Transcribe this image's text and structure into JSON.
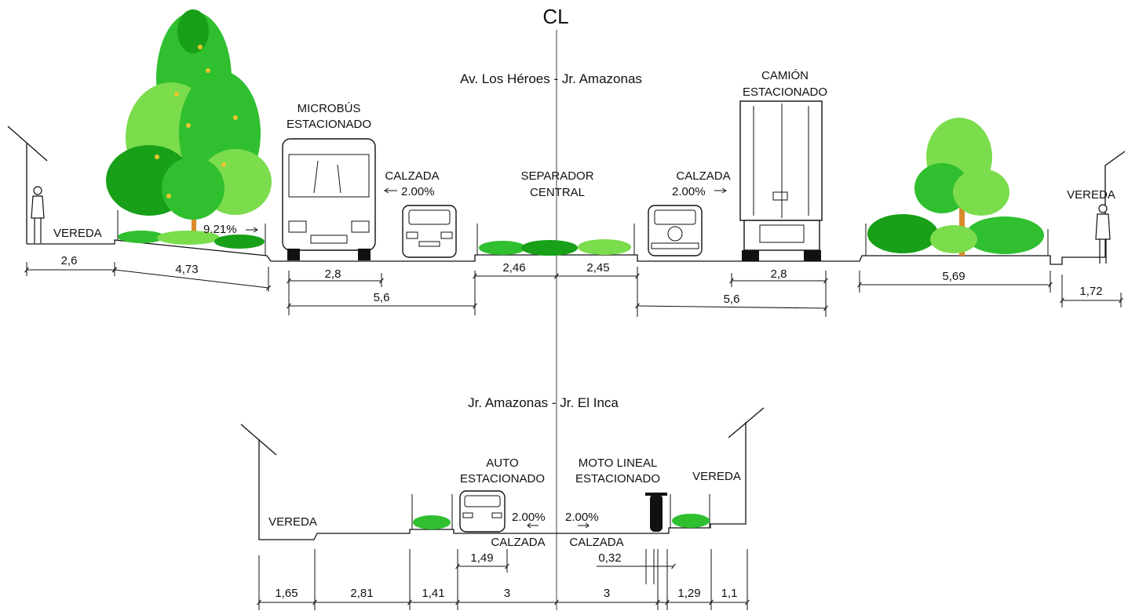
{
  "centerline": {
    "label": "CL"
  },
  "section_top": {
    "title": "Av. Los Héroes - Jr. Amazonas",
    "labels": {
      "microbus": [
        "MICROBÚS",
        "ESTACIONADO"
      ],
      "camion": [
        "CAMIÓN",
        "ESTACIONADO"
      ],
      "calzada_left": "CALZADA",
      "slope_left": "2.00%",
      "separador": [
        "SEPARADOR",
        "CENTRAL"
      ],
      "calzada_right": "CALZADA",
      "slope_right": "2.00%",
      "vereda_left": "VEREDA",
      "vereda_right": "VEREDA",
      "slope_verge": "9.21%"
    },
    "dimensions": [
      "2,6",
      "4,73",
      "2,8",
      "5,6",
      "2,46",
      "2,45",
      "2,8",
      "5,6",
      "5,69",
      "1,72"
    ]
  },
  "section_bottom": {
    "title": "Jr. Amazonas - Jr. El Inca",
    "labels": {
      "vereda_left": "VEREDA",
      "auto": [
        "AUTO",
        "ESTACIONADO"
      ],
      "moto": [
        "MOTO LINEAL",
        "ESTACIONADO"
      ],
      "vereda_right": "VEREDA",
      "slope_left": "2.00%",
      "slope_right": "2.00%",
      "calzada_left": "CALZADA",
      "calzada_right": "CALZADA"
    },
    "dimensions_upper": [
      "1,49",
      "0,32"
    ],
    "dimensions": [
      "1,65",
      "2,81",
      "1,41",
      "3",
      "3",
      "1,29",
      "1,1"
    ]
  },
  "colors": {
    "vegetation": "#2fbf2f",
    "vegetation_light": "#7bdc4c",
    "trunk": "#d98a2b",
    "line": "#111111"
  }
}
